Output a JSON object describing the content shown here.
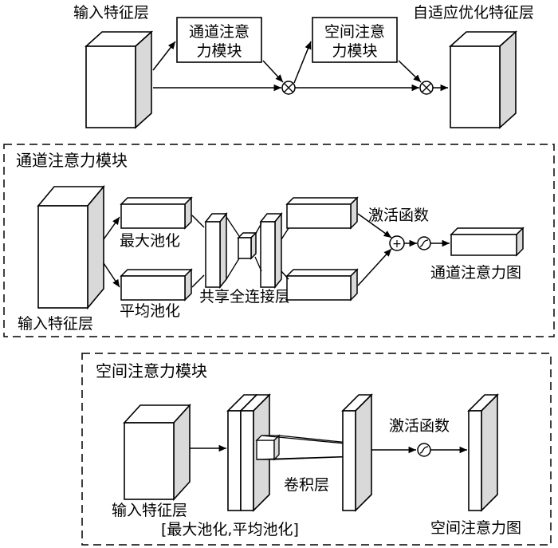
{
  "top": {
    "input_label": "输入特征层",
    "output_label": "自适应优化特征层",
    "channel_box_line1": "通道注意",
    "channel_box_line2": "力模块",
    "spatial_box_line1": "空间注意",
    "spatial_box_line2": "力模块",
    "multiply_symbol": "⊗"
  },
  "channel_module": {
    "title": "通道注意力模块",
    "input_label": "输入特征层",
    "max_pool_label": "最大池化",
    "avg_pool_label": "平均池化",
    "fc_label": "共享全连接层",
    "activation_label": "激活函数",
    "output_label": "通道注意力图",
    "add_symbol": "+",
    "sigmoid_symbol": "S"
  },
  "spatial_module": {
    "title": "空间注意力模块",
    "input_label": "输入特征层",
    "pool_label": "[最大池化,平均池化]",
    "conv_label": "卷积层",
    "activation_label": "激活函数",
    "output_label": "空间注意力图",
    "sigmoid_symbol": "S"
  },
  "colors": {
    "line": "#000000",
    "side_face": "#d9d9d9",
    "front_face": "#ffffff"
  }
}
